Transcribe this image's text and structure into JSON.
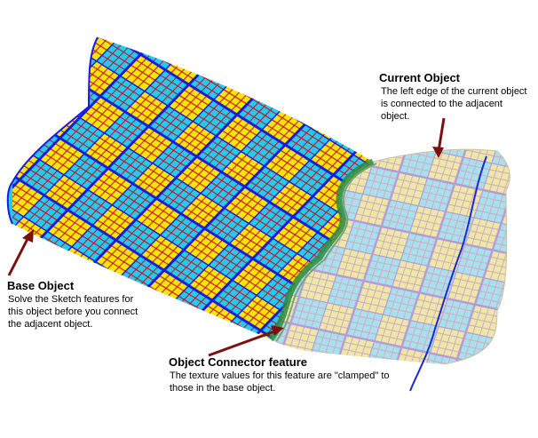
{
  "colors": {
    "grid_blue": "#1a1adc",
    "grid_red": "#c8102e",
    "fill_yellow": "#f5e607",
    "fill_cyan": "#22ccee",
    "label_green": "#1f7a24",
    "connector_green": "#2e8b3e",
    "arrow_brown": "#7a1010",
    "pale_yellow": "#ece8a6",
    "pale_cyan": "#a6e2ee",
    "pale_grid": "#b89ad6",
    "edge_curve": "#1a2bd0"
  },
  "callouts": {
    "current": {
      "title": "Current Object",
      "text": "The left edge of the current object is connected to the adjacent object."
    },
    "base": {
      "title": "Base Object",
      "text": "Solve the Sketch features for this object before you connect the adjacent object."
    },
    "connector": {
      "title": "Object Connector feature",
      "text": "The texture values for this feature are \"clamped\" to those in the base object."
    }
  }
}
